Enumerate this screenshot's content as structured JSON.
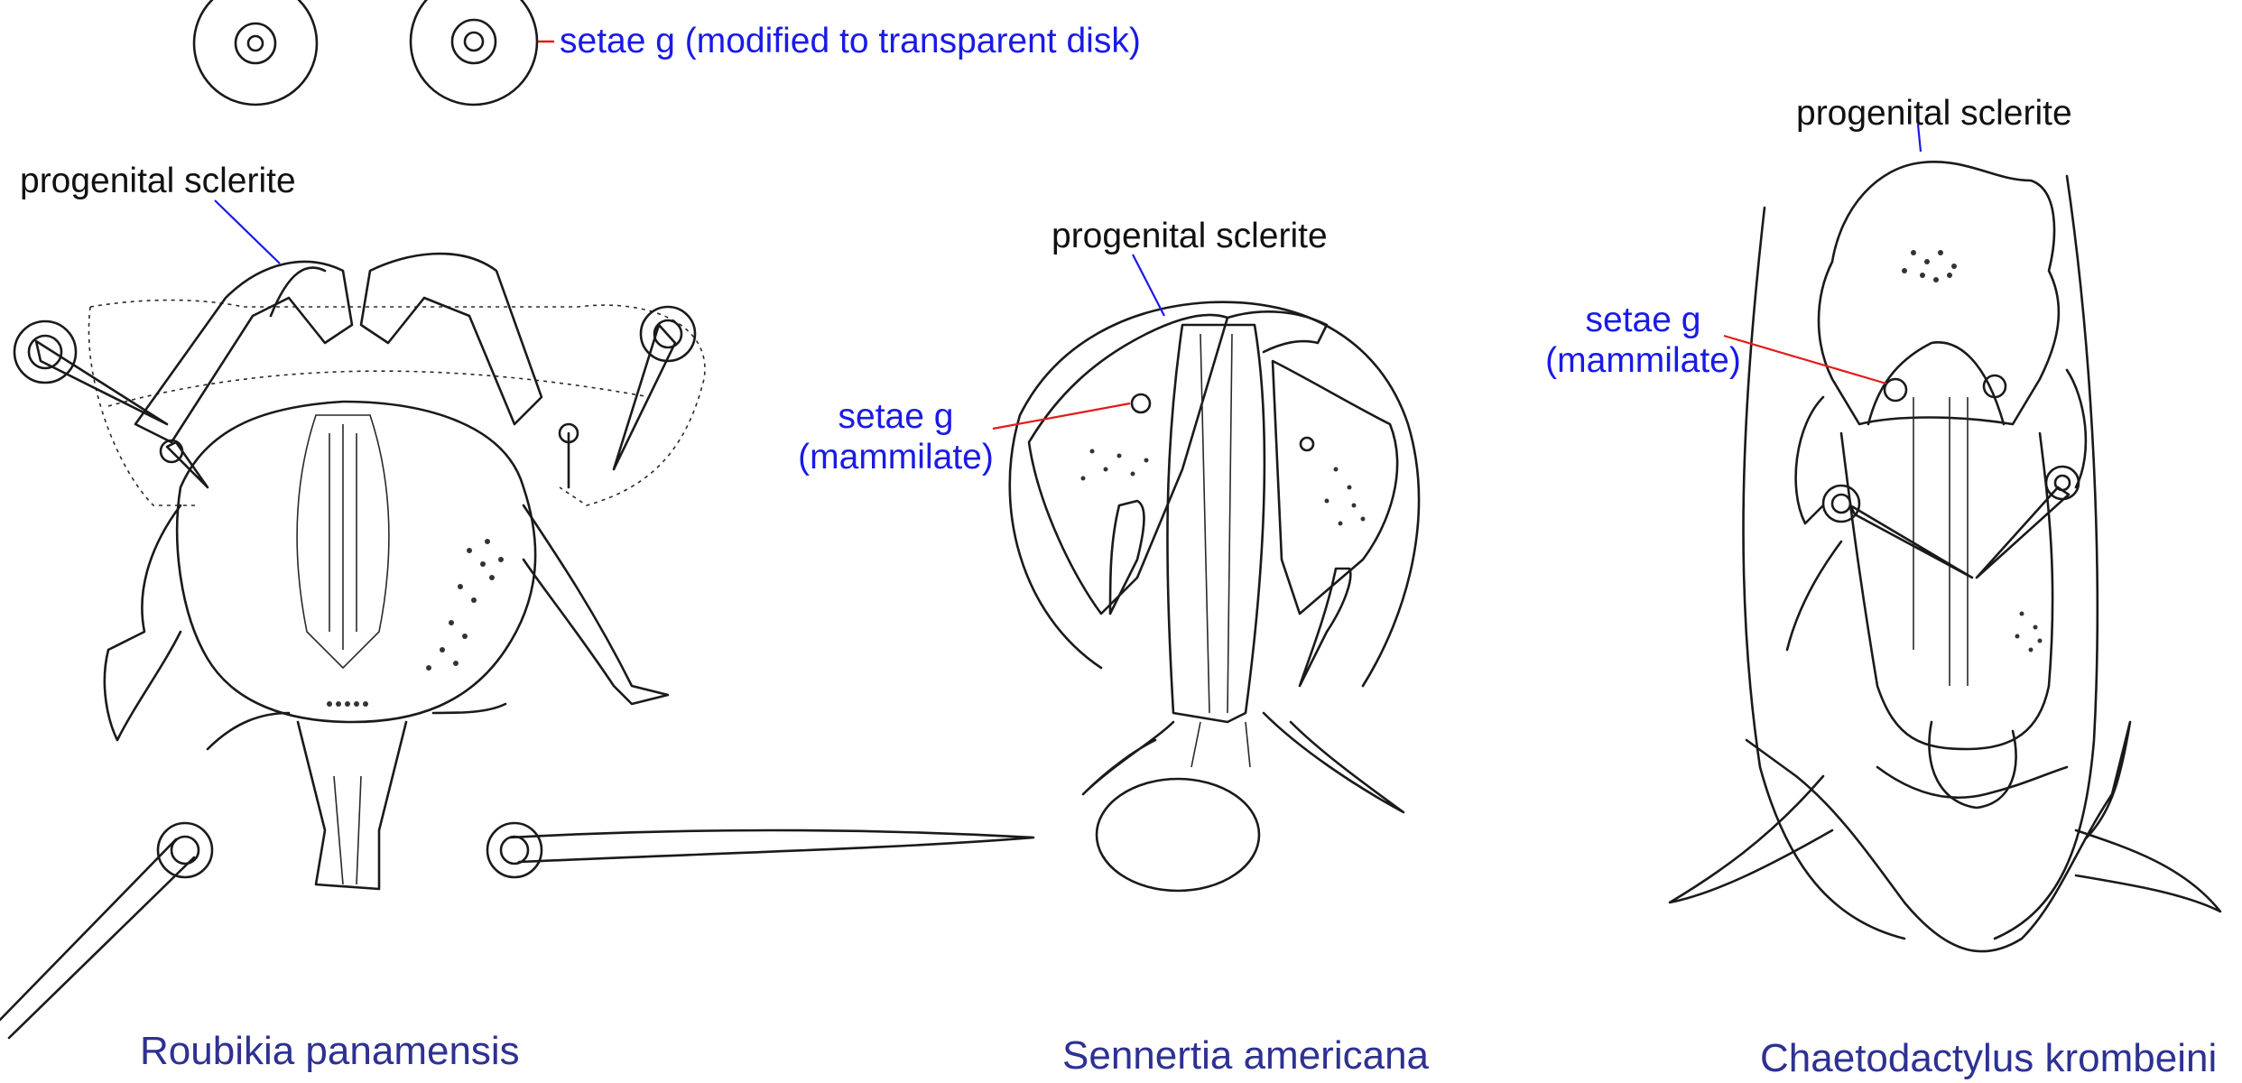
{
  "labels": {
    "setae_disk": "setae g (modified to transparent disk)",
    "progenital_left": "progenital sclerite",
    "progenital_middle": "progenital sclerite",
    "progenital_right": "progenital sclerite",
    "setae_mam_middle_line1": "setae g",
    "setae_mam_middle_line2": "(mammilate)",
    "setae_mam_right_line1": "setae g",
    "setae_mam_right_line2": "(mammilate)"
  },
  "species": {
    "left": "Roubikia panamensis",
    "middle": "Sennertia americana",
    "right": "Chaetodactylus krombeini"
  },
  "colors": {
    "label_black": "#111111",
    "label_blue": "#1a1ae6",
    "species_name": "#2e3192",
    "pointer_blue": "#1a1ae6",
    "pointer_red": "#e41a1a",
    "ink": "#1a1a1a"
  }
}
